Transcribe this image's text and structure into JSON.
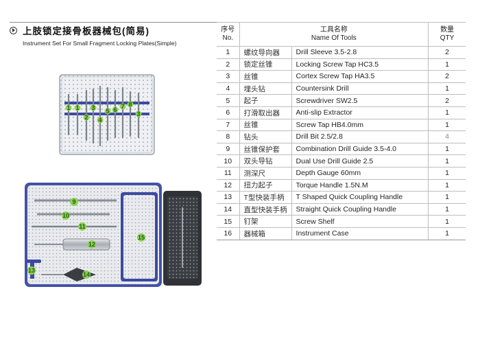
{
  "title": {
    "cn": "上肢锁定接骨板器械包(简易)",
    "en": "Instrument Set For Small Fragment Locking Plates(Simple)"
  },
  "table": {
    "headers": {
      "no_cn": "序号",
      "no_en": "No.",
      "name_cn": "工具名称",
      "name_en": "Name Of Tools",
      "qty_cn": "数量",
      "qty_en": "QTY"
    },
    "rows": [
      {
        "no": "1",
        "cn": "螺纹导向器",
        "en": "Drill Sleeve 3.5-2.8",
        "qty": "2"
      },
      {
        "no": "2",
        "cn": "锁定丝锥",
        "en": "Locking Screw Tap HC3.5",
        "qty": "1"
      },
      {
        "no": "3",
        "cn": "丝锥",
        "en": "Cortex Screw Tap HA3.5",
        "qty": "2"
      },
      {
        "no": "4",
        "cn": "埋头钻",
        "en": "Countersink Drill",
        "qty": "1"
      },
      {
        "no": "5",
        "cn": "起子",
        "en": "Screwdriver SW2.5",
        "qty": "2"
      },
      {
        "no": "6",
        "cn": "打滑取出器",
        "en": "Anti-slip Extractor",
        "qty": "1"
      },
      {
        "no": "7",
        "cn": "丝锥",
        "en": "Screw Tap HB4.0mm",
        "qty": "1"
      },
      {
        "no": "8",
        "cn": "钻头",
        "en": "Drill Bit 2.5/2.8",
        "qty": "4"
      },
      {
        "no": "9",
        "cn": "丝锥保护套",
        "en": "Combination Drill Guide 3.5-4.0",
        "qty": "1"
      },
      {
        "no": "10",
        "cn": "双头导钻",
        "en": "Dual Use Drill Guide 2.5",
        "qty": "1"
      },
      {
        "no": "11",
        "cn": "测深尺",
        "en": "Depth Gauge 60mm",
        "qty": "1"
      },
      {
        "no": "12",
        "cn": "扭力起子",
        "en": "Torque Handle 1.5N.M",
        "qty": "1"
      },
      {
        "no": "13",
        "cn": "T型快装手柄",
        "en": "T Shaped Quick Coupling Handle",
        "qty": "1"
      },
      {
        "no": "14",
        "cn": "直型快装手柄",
        "en": "Straight Quick Coupling Handle",
        "qty": "1"
      },
      {
        "no": "15",
        "cn": "钉架",
        "en": "Screw Shelf",
        "qty": "1"
      },
      {
        "no": "16",
        "cn": "器械箱",
        "en": "Instrument Case",
        "qty": "1"
      }
    ]
  },
  "photo_top": {
    "callouts": [
      "1",
      "1",
      "2",
      "3",
      "4",
      "5",
      "6",
      "7",
      "8",
      "3"
    ]
  },
  "photo_bottom": {
    "callouts": [
      "9",
      "10",
      "11",
      "12",
      "15",
      "13",
      "14"
    ]
  },
  "colors": {
    "callout_fill": "#8fd14f",
    "tray_frame": "#3b4aa0",
    "metal": "#c8ccd2"
  }
}
